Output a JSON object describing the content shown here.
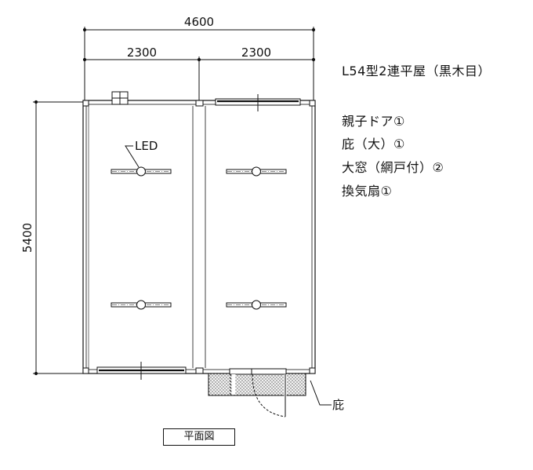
{
  "dimensions": {
    "overall_width": "4600",
    "left_bay": "2300",
    "right_bay": "2300",
    "depth": "5400"
  },
  "title": "L54型2連平屋（黒木目）",
  "specs": [
    "親子ドア①",
    "庇（大）①",
    "大窓（網戸付）②",
    "換気扇①"
  ],
  "labels": {
    "led": "LED",
    "canopy": "庇"
  },
  "caption": "平面図"
}
